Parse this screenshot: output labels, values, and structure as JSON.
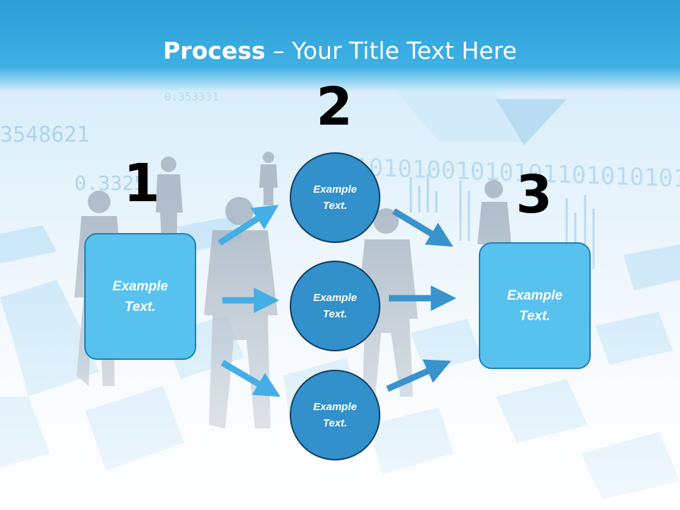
{
  "slide": {
    "title_bold": "Process",
    "title_rest": " – Your Title Text Here",
    "background_numbers": [
      "3548621",
      "0.3325",
      "0.353331",
      "10101001010101101010101"
    ]
  },
  "steps": [
    {
      "number": "1",
      "label_line1": "Example",
      "label_line2": "Text."
    },
    {
      "number": "2",
      "label_line1": "Example",
      "label_line2": "Text."
    },
    {
      "number": "3",
      "label_line1": "Example",
      "label_line2": "Text."
    }
  ],
  "middle_nodes": [
    {
      "label_line1": "Example",
      "label_line2": "Text."
    },
    {
      "label_line1": "Example",
      "label_line2": "Text."
    },
    {
      "label_line1": "Example",
      "label_line2": "Text."
    }
  ],
  "colors": {
    "header_blue": "#2d9fd8",
    "box_fill": "#58c2ef",
    "circle_fill": "#3290cb",
    "arrow_blue": "#45aee4"
  }
}
